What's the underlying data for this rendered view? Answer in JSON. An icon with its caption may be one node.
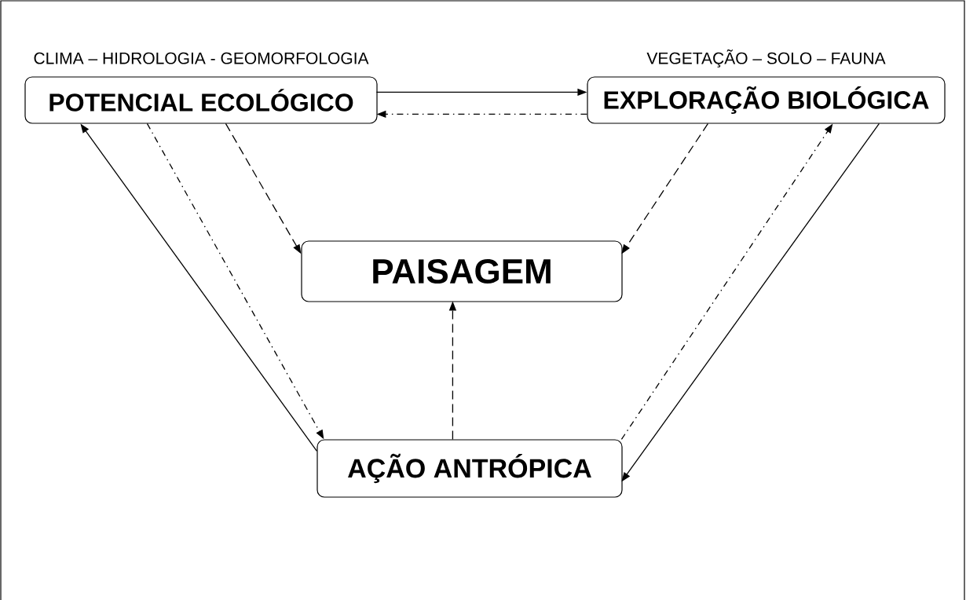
{
  "diagram": {
    "nodes": [
      {
        "text": [
          "POTENCIAL ECOLÓGICO"
        ],
        "beside": [
          "CLIMA – HIDROLOGIA - GEOMORFOLOGIA"
        ]
      },
      {
        "text": [
          "EXPLORAÇÃO BIOLÓGICA"
        ],
        "beside": [
          "VEGETAÇÃO – SOLO – FAUNA"
        ]
      },
      {
        "text": [
          "PAISAGEM"
        ]
      },
      {
        "text": [
          "AÇÃO ANTRÓPICA"
        ]
      }
    ],
    "edges": [
      {
        "from": 0,
        "to": 1,
        "arrow": "to"
      },
      {
        "from": 1,
        "to": 0,
        "arrow": "to",
        "style": "dashed"
      },
      {
        "from": 0,
        "to": 2,
        "arrow": "to",
        "style": "dashed"
      },
      {
        "from": 1,
        "to": 2,
        "arrow": "to",
        "style": "dashed"
      },
      {
        "from": 3,
        "to": 2,
        "arrow": "to",
        "style": "dashed"
      },
      {
        "from": 0,
        "to": 3,
        "arrow": "to",
        "style": "dashed"
      },
      {
        "from": 3,
        "to": 0,
        "arrow": "to"
      },
      {
        "from": 3,
        "to": 1,
        "arrow": "to",
        "style": "dashed"
      },
      {
        "from": 1,
        "to": 3,
        "arrow": "to"
      }
    ]
  }
}
